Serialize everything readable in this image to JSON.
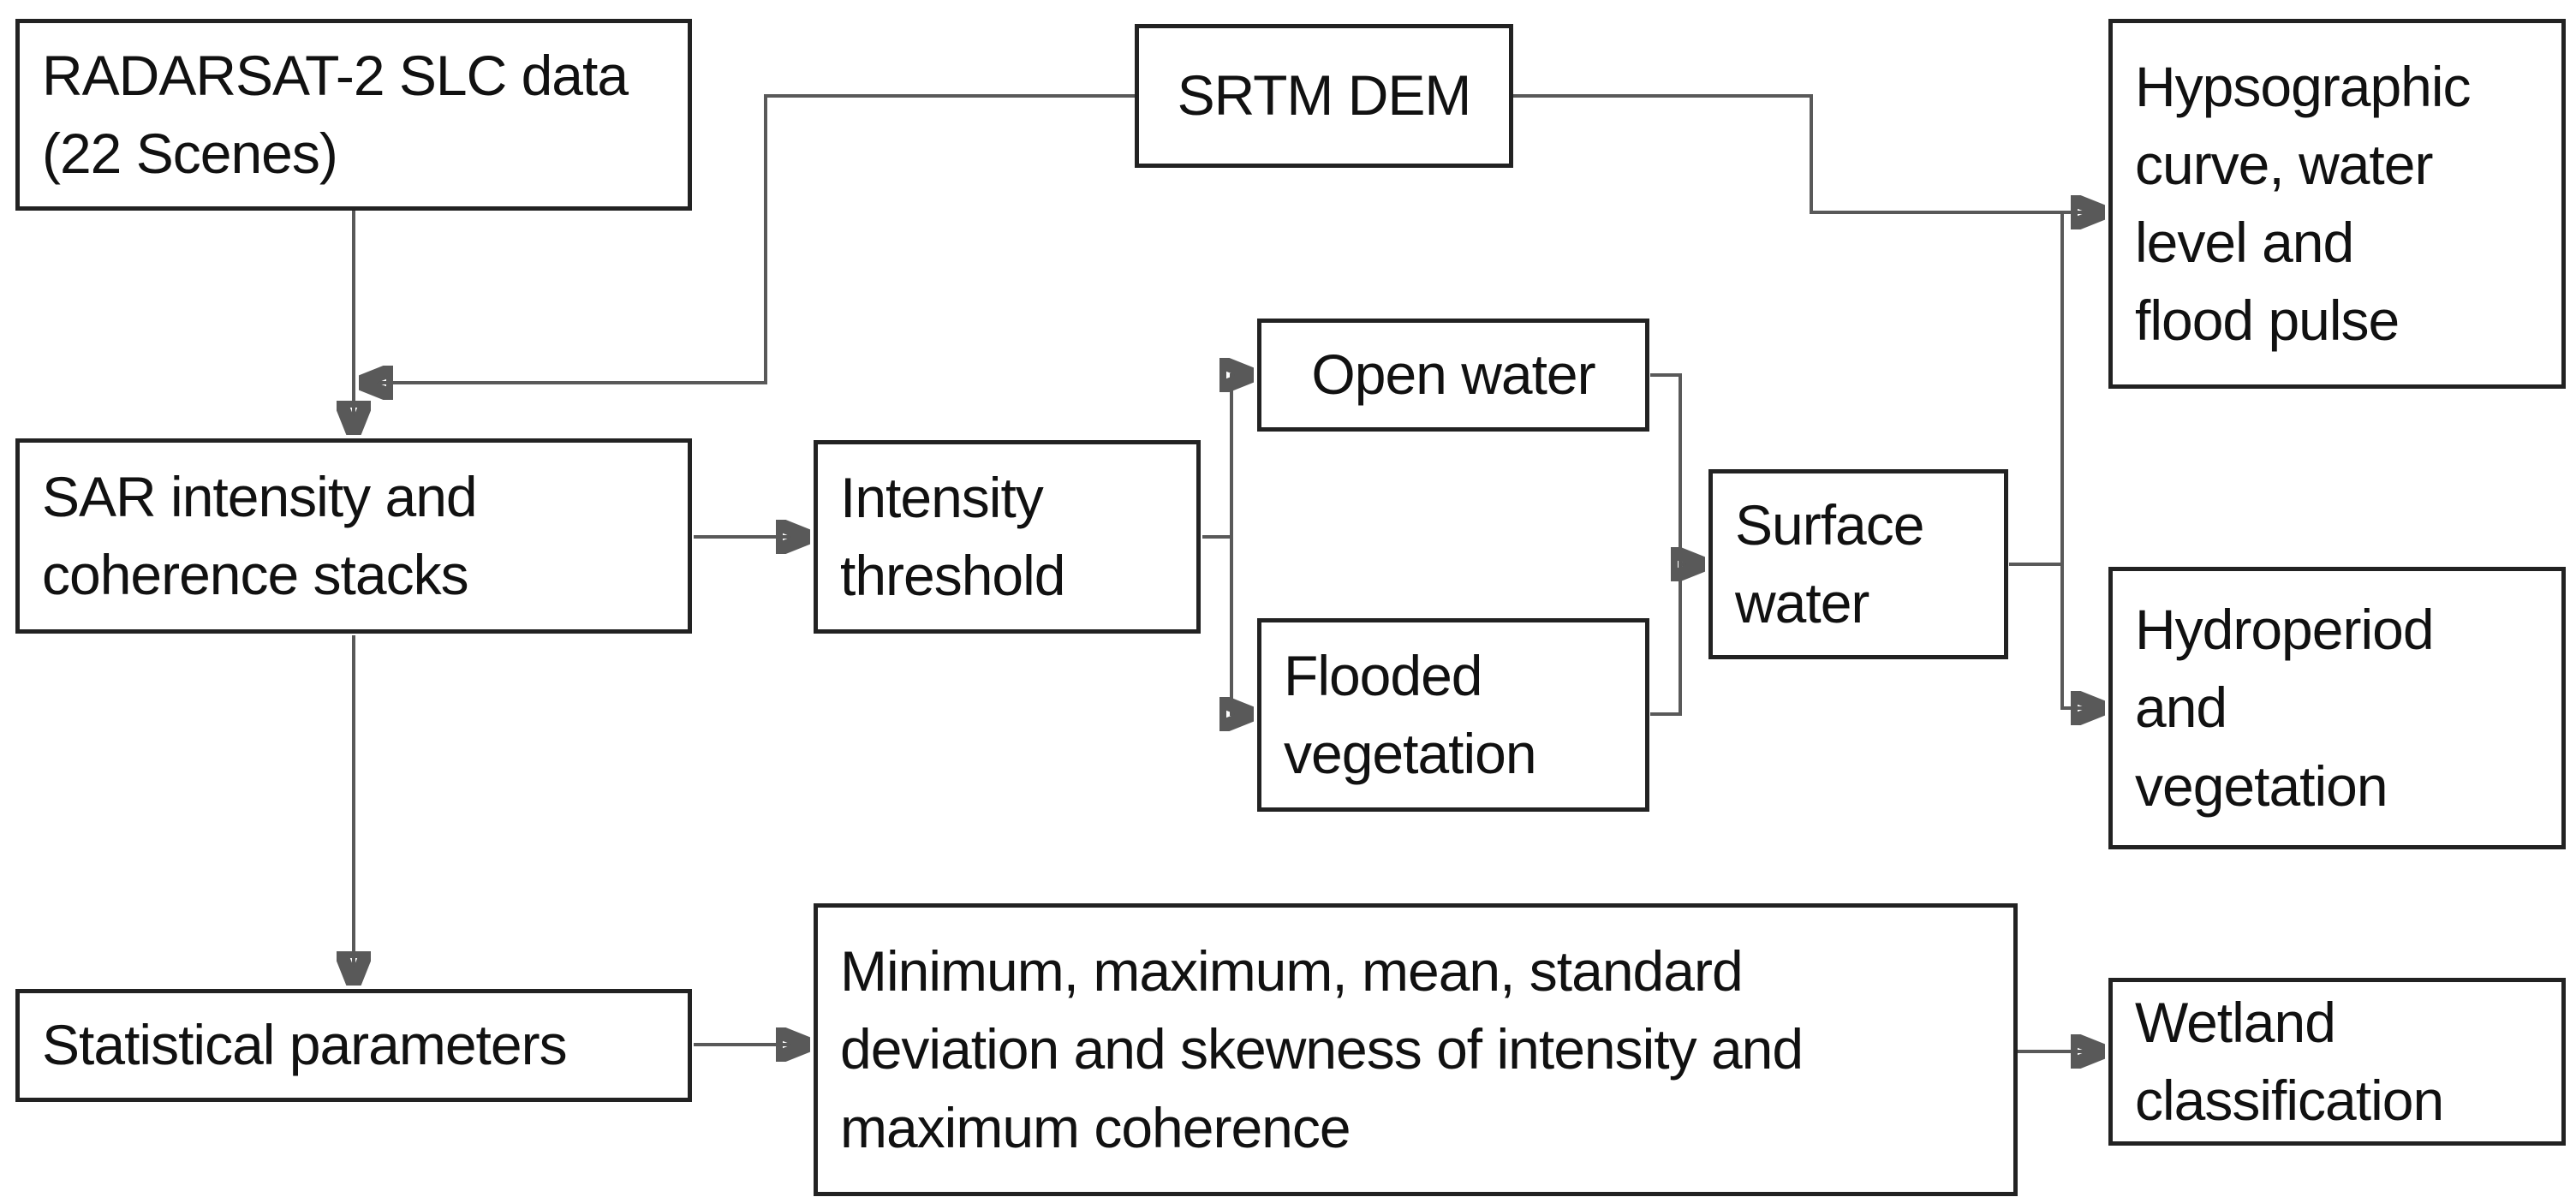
{
  "diagram": {
    "type": "flowchart",
    "background": "#ffffff",
    "colors": {
      "box_border": "#222222",
      "box_fill": "#ffffff",
      "connector": "#595959",
      "arrowhead": "#1a1a1a",
      "text": "#111111"
    },
    "nodes": {
      "radarsat": {
        "label": "RADARSAT-2 SLC data\n(22 Scenes)"
      },
      "srtm": {
        "label": "SRTM DEM"
      },
      "hypsographic": {
        "label": "Hypsographic\ncurve, water\nlevel and\nflood pulse"
      },
      "sar": {
        "label": "SAR intensity and\ncoherence stacks"
      },
      "intensity_threshold": {
        "label": "Intensity\nthreshold"
      },
      "open_water": {
        "label": "Open water"
      },
      "flooded_vegetation": {
        "label": "Flooded\nvegetation"
      },
      "surface_water": {
        "label": "Surface\nwater"
      },
      "hydroperiod": {
        "label": "Hydroperiod\nand\nvegetation"
      },
      "statistical_parameters": {
        "label": "Statistical parameters"
      },
      "stat_measures": {
        "label": "Minimum, maximum, mean, standard\ndeviation and skewness of intensity and\nmaximum coherence"
      },
      "wetland_classification": {
        "label": "Wetland\nclassification"
      }
    },
    "edges": [
      {
        "from": "radarsat",
        "to": "sar"
      },
      {
        "from": "srtm",
        "to": "sar",
        "note": "joins the RADARSAT-to-SAR arrow"
      },
      {
        "from": "srtm",
        "to": "hypsographic"
      },
      {
        "from": "sar",
        "to": "intensity_threshold"
      },
      {
        "from": "intensity_threshold",
        "to": "open_water"
      },
      {
        "from": "intensity_threshold",
        "to": "flooded_vegetation"
      },
      {
        "from": "open_water",
        "to": "surface_water"
      },
      {
        "from": "flooded_vegetation",
        "to": "surface_water"
      },
      {
        "from": "surface_water",
        "to": "hypsographic"
      },
      {
        "from": "surface_water",
        "to": "hydroperiod"
      },
      {
        "from": "sar",
        "to": "statistical_parameters"
      },
      {
        "from": "statistical_parameters",
        "to": "stat_measures"
      },
      {
        "from": "stat_measures",
        "to": "wetland_classification"
      }
    ]
  }
}
